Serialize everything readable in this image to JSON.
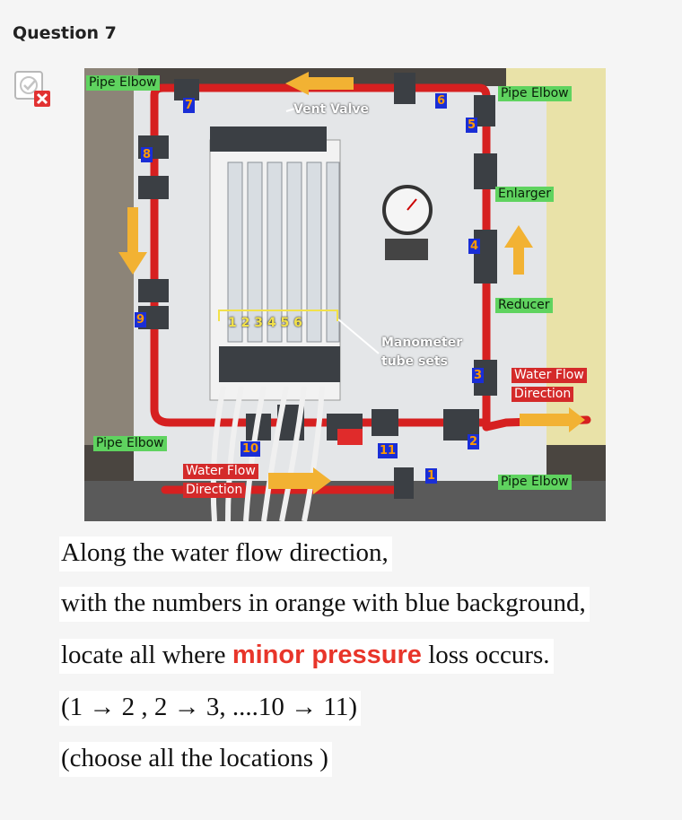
{
  "question": {
    "title": "Question 7"
  },
  "photo": {
    "labels": {
      "pipe_elbow_tl": "Pipe Elbow",
      "pipe_elbow_tr": "Pipe Elbow",
      "pipe_elbow_bl": "Pipe Elbow",
      "pipe_elbow_br": "Pipe Elbow",
      "vent_valve": "Vent Valve",
      "enlarger": "Enlarger",
      "reducer": "Reducer",
      "manometer_line1": "Manometer",
      "manometer_line2": "tube sets",
      "tube_numbers": "1 2 3 4 5 6",
      "flow_right_line1": "Water Flow",
      "flow_right_line2": "Direction",
      "flow_bottom_line1": "Water Flow",
      "flow_bottom_line2": "Direction"
    },
    "numbers": [
      "1",
      "2",
      "3",
      "4",
      "5",
      "6",
      "7",
      "8",
      "9",
      "10",
      "11"
    ]
  },
  "prompt": {
    "line1": "Along the water flow direction,",
    "line2": "with the numbers in orange with blue background,",
    "line3_pre": "locate all where ",
    "line3_highlight": "minor pressure",
    "line3_post": " loss occurs.",
    "line4": "(1 → 2 , 2 → 3, ....10 → 11)",
    "line5": "(choose all the locations )"
  },
  "colors": {
    "label_green": "#5fd35f",
    "label_red": "#d42a2a",
    "number_bg": "#1a2ed6",
    "number_fg": "#ff9a00",
    "highlight": "#e8352a",
    "arrow": "#f2b233",
    "pipe": "#d62020"
  }
}
